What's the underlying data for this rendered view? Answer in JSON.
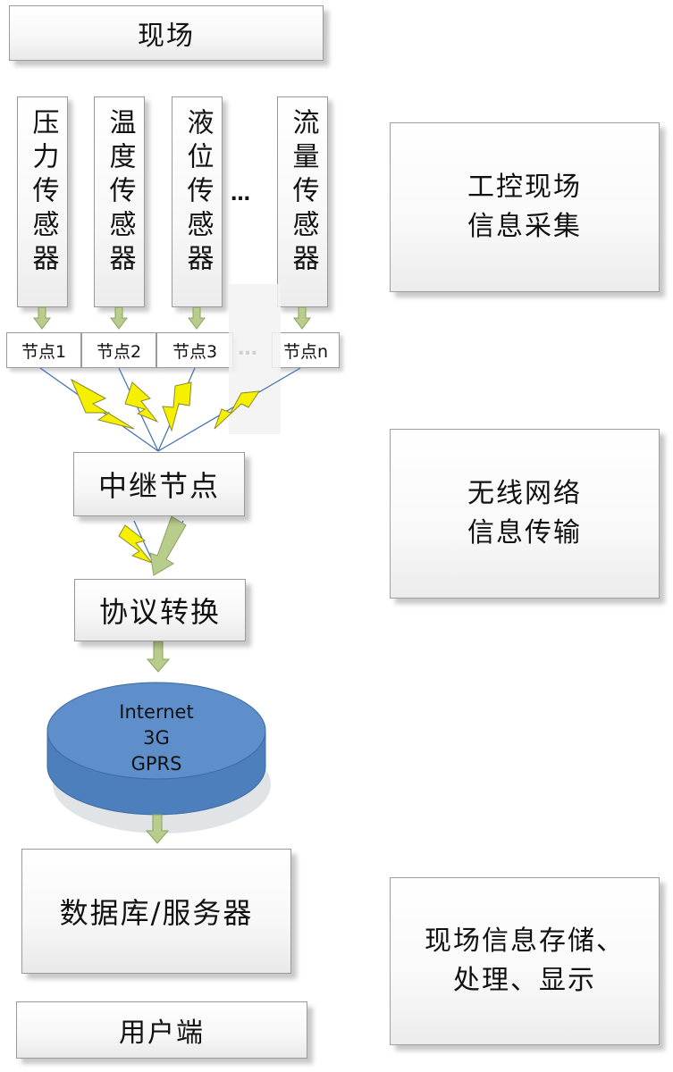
{
  "top_box": "现场",
  "sensors": [
    {
      "label": "压力传感器"
    },
    {
      "label": "温度传感器"
    },
    {
      "label": "液位传感器"
    },
    {
      "label": "流量传感器"
    }
  ],
  "nodes": [
    "节点1",
    "节点2",
    "节点3",
    "节点n"
  ],
  "ellipsis": "…",
  "relay": "中继节点",
  "protocol": "协议转换",
  "network": {
    "lines": [
      "Internet",
      "3G",
      "GPRS"
    ]
  },
  "database": "数据库/服务器",
  "user": "用户端",
  "panels": [
    {
      "line1": "工控现场",
      "line2": "信息采集"
    },
    {
      "line1": "无线网络",
      "line2": "信息传输"
    },
    {
      "line1": "现场信息存储、",
      "line2": "处理、显示"
    }
  ],
  "colors": {
    "arrow": "#b8cc8c",
    "lightning": "#f4f000",
    "disk": "#5b8ac6",
    "line": "#3f6fb5"
  }
}
